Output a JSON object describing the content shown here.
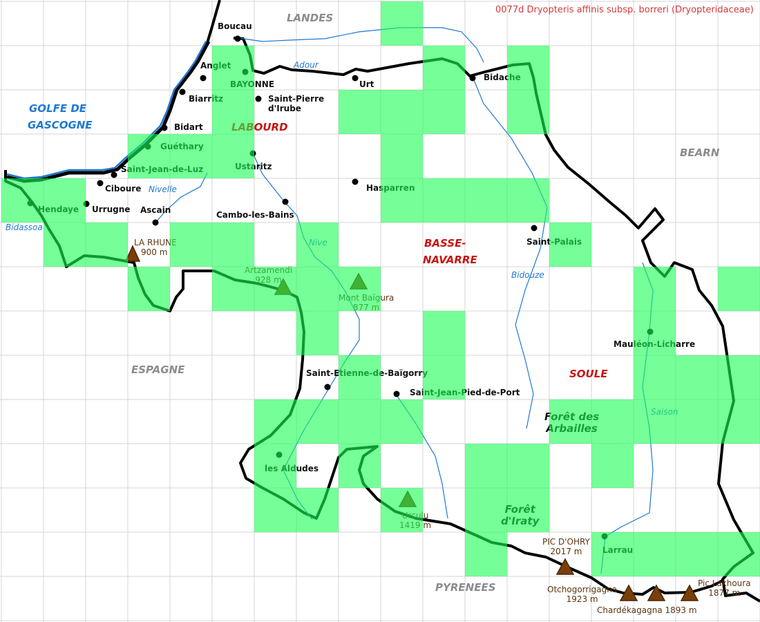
{
  "title": "0077d Dryopteris affinis subsp. borreri (Dryopteridaceae)",
  "colors": {
    "presence_cell": "#76fb98",
    "border": "#000000",
    "coast": "#1e78d2",
    "river": "#1e78d2",
    "region_label": "#c81414",
    "peak": "#7a3e0a"
  },
  "regions": {
    "landes": "LANDES",
    "labourd": "LABOURD",
    "basse_navarre_1": "BASSE-",
    "basse_navarre_2": "NAVARRE",
    "bearn": "BEARN",
    "espagne": "ESPAGNE",
    "soule": "SOULE",
    "pyrenees": "PYRENEES",
    "golfe_1": "GOLFE DE",
    "golfe_2": "GASCOGNE"
  },
  "towns": [
    "Boucau",
    "Anglet",
    "BAYONNE",
    "Biarritz",
    "Saint-Pierre",
    "d'Irube",
    "Urt",
    "Bidache",
    "Bidart",
    "Guéthary",
    "Ustaritz",
    "Saint-Jean-de-Luz",
    "Ciboure",
    "Hendaye",
    "Urrugne",
    "Ascain",
    "Hasparren",
    "Cambo-les-Bains",
    "Saint-Palais",
    "Mauléon-Licharre",
    "Saint-Etienne-de-Baïgorry",
    "Saint-Jean-Pied-de-Port",
    "les Aldudes",
    "Larrau"
  ],
  "rivers": [
    "Adour",
    "Nivelle",
    "Bidassoa",
    "Nive",
    "Bidouze",
    "Saison"
  ],
  "forests": [
    {
      "line1": "Forêt des",
      "line2": "Arbailles"
    },
    {
      "line1": "Forêt",
      "line2": "d'Iraty"
    }
  ],
  "peaks": [
    {
      "name": "LA RHUNE",
      "alt": "900 m"
    },
    {
      "name": "Artzamendi",
      "alt": "928 m"
    },
    {
      "name": "Mont Baïgura",
      "alt": "877 m"
    },
    {
      "name": "Urculu",
      "alt": "1419 m"
    },
    {
      "name": "PIC D'OHRY",
      "alt": "2017 m"
    },
    {
      "name": "Otchogorrigagna",
      "alt": "1923 m"
    },
    {
      "name": "Chardékagagna 1893 m",
      "alt": ""
    },
    {
      "name": "Pic Lakhoura",
      "alt": "1877 m"
    }
  ],
  "presence_grid": {
    "columns": 18,
    "rows": 14,
    "occupied": [
      [
        0,
        9
      ],
      [
        1,
        5
      ],
      [
        1,
        10
      ],
      [
        1,
        12
      ],
      [
        2,
        5
      ],
      [
        2,
        8
      ],
      [
        2,
        9
      ],
      [
        2,
        10
      ],
      [
        2,
        12
      ],
      [
        3,
        3
      ],
      [
        3,
        4
      ],
      [
        3,
        5
      ],
      [
        3,
        9
      ],
      [
        4,
        0
      ],
      [
        4,
        1
      ],
      [
        4,
        9
      ],
      [
        4,
        10
      ],
      [
        4,
        11
      ],
      [
        4,
        12
      ],
      [
        5,
        1
      ],
      [
        5,
        2
      ],
      [
        5,
        4
      ],
      [
        5,
        5
      ],
      [
        5,
        7
      ],
      [
        5,
        13
      ],
      [
        6,
        3
      ],
      [
        6,
        5
      ],
      [
        6,
        6
      ],
      [
        6,
        7
      ],
      [
        6,
        8
      ],
      [
        6,
        15
      ],
      [
        6,
        17
      ],
      [
        7,
        7
      ],
      [
        7,
        10
      ],
      [
        7,
        15
      ],
      [
        8,
        8
      ],
      [
        8,
        10
      ],
      [
        8,
        15
      ],
      [
        8,
        16
      ],
      [
        8,
        17
      ],
      [
        9,
        6
      ],
      [
        9,
        7
      ],
      [
        9,
        8
      ],
      [
        9,
        9
      ],
      [
        9,
        13
      ],
      [
        9,
        14
      ],
      [
        9,
        15
      ],
      [
        9,
        16
      ],
      [
        9,
        17
      ],
      [
        10,
        6
      ],
      [
        10,
        8
      ],
      [
        10,
        11
      ],
      [
        10,
        12
      ],
      [
        10,
        14
      ],
      [
        11,
        6
      ],
      [
        11,
        7
      ],
      [
        11,
        9
      ],
      [
        11,
        11
      ],
      [
        11,
        12
      ],
      [
        12,
        11
      ],
      [
        12,
        14
      ],
      [
        12,
        15
      ],
      [
        12,
        16
      ],
      [
        12,
        17
      ]
    ]
  }
}
